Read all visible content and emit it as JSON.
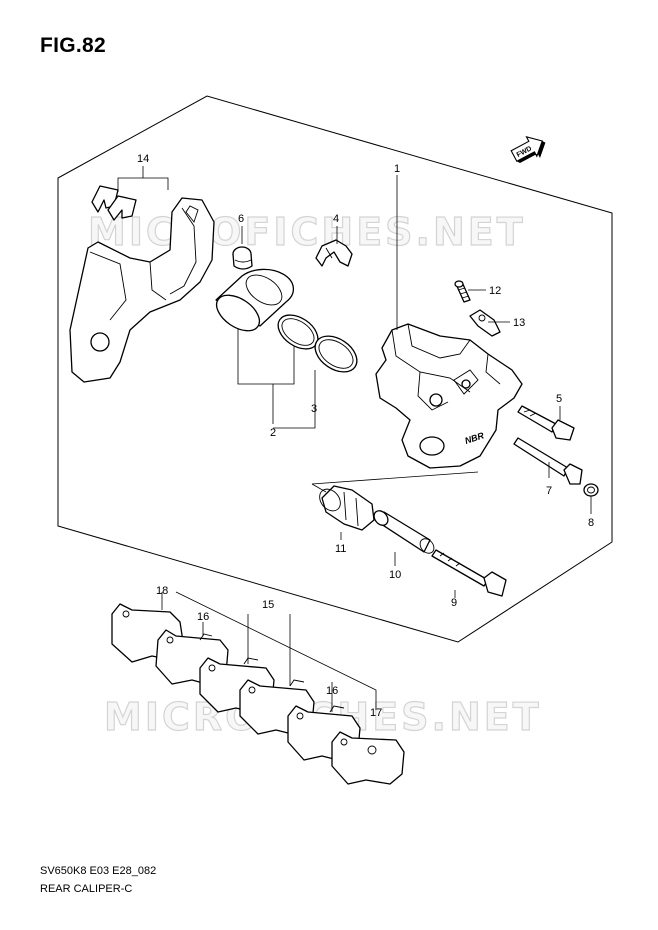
{
  "figure": {
    "title": "FIG.82",
    "model_code": "SV650K8 E03 E28_082",
    "caption": "REAR CALIPER-C"
  },
  "watermarks": [
    "MICROFICHES.NET",
    "MICROFICHES.NET"
  ],
  "direction_arrow": {
    "label": "FWD",
    "icon": "forward-arrow-icon"
  },
  "callouts": {
    "c1": "1",
    "c2": "2",
    "c3": "3",
    "c4": "4",
    "c5": "5",
    "c6": "6",
    "c7": "7",
    "c8": "8",
    "c9": "9",
    "c10": "10",
    "c11": "11",
    "c12": "12",
    "c13": "13",
    "c14": "14",
    "c15": "15",
    "c16a": "16",
    "c16b": "16",
    "c17": "17",
    "c18": "18"
  },
  "part_labels": {
    "caliper_body_text": "NBR"
  }
}
